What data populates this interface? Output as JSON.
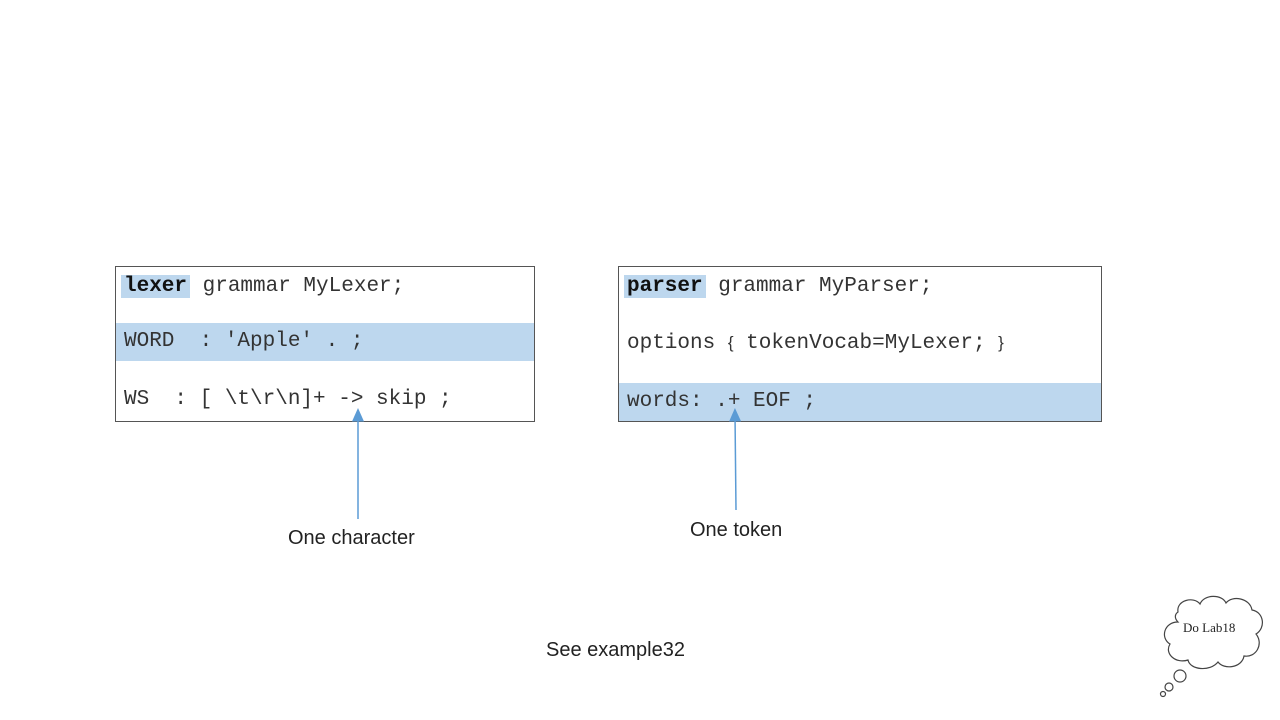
{
  "lexer_box": {
    "keyword": "lexer",
    "line1_rest": " grammar MyLexer;",
    "line2": "WORD  : 'Apple' . ;",
    "line3": "WS  : [ \\t\\r\\n]+ -> skip ;"
  },
  "parser_box": {
    "keyword": "parser",
    "line1_rest": " grammar MyParser;",
    "line2_pre": "options ",
    "line2_open": "{",
    "line2_mid": " tokenVocab=MyLexer; ",
    "line2_close": "}",
    "line3": "words: .+ EOF ;"
  },
  "annotations": {
    "lexer_note": "One character",
    "parser_note": "One token",
    "footer": "See example32"
  },
  "callout": {
    "text": "Do Lab18"
  },
  "colors": {
    "highlight": "#bdd7ee",
    "arrow": "#5b9bd5"
  }
}
